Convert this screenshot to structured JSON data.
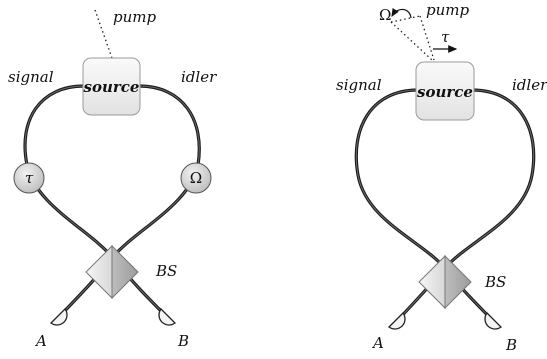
{
  "left_panel": {
    "pump_label": "pump",
    "source_label": "source",
    "signal_label": "signal",
    "idler_label": "idler",
    "delay_symbol": "τ",
    "phase_symbol": "Ω",
    "beamsplitter_label": "BS",
    "detector_a_label": "A",
    "detector_b_label": "B"
  },
  "right_panel": {
    "pump_label": "pump",
    "source_label": "source",
    "signal_label": "signal",
    "idler_label": "idler",
    "phase_symbol": "Ω",
    "delay_symbol": "τ",
    "beamsplitter_label": "BS",
    "detector_a_label": "A",
    "detector_b_label": "B"
  },
  "colors": {
    "fiber": "#1a1a1a",
    "box_fill": "#eeeeee",
    "box_stroke": "#9a9a9a",
    "element_fill": "#d0d0d0"
  }
}
